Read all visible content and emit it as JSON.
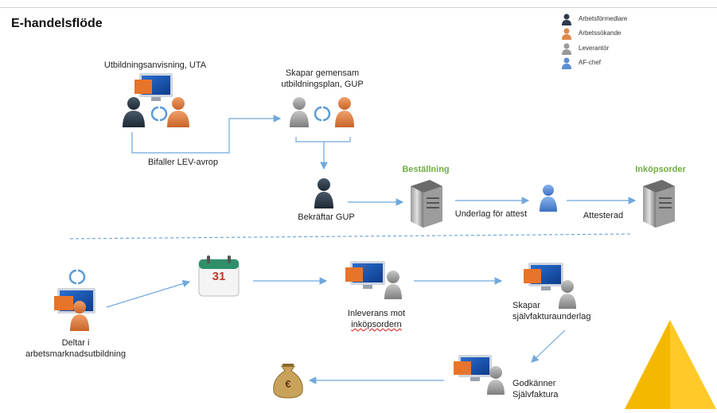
{
  "title": "E-handelsflöde",
  "legend": [
    {
      "label": "Arbetsförmedlare",
      "color": "#2e3b4a"
    },
    {
      "label": "Arbetssökande",
      "color": "#e0874a"
    },
    {
      "label": "Leverantör",
      "color": "#9a9a9a"
    },
    {
      "label": "AF-chef",
      "color": "#5b8ed6"
    }
  ],
  "nodes": {
    "uta": "Utbildningsanvisning, UTA",
    "gup_line1": "Skapar gemensam",
    "gup_line2": "utbildningsplan, GUP",
    "bifaller": "Bifaller LEV-avrop",
    "bekraftar": "Bekräftar GUP",
    "bestallning": "Beställning",
    "underlag": "Underlag för attest",
    "attesterad": "Attesterad",
    "inkopsorder": "Inköpsorder",
    "deltar_line1": "Deltar i",
    "deltar_line2": "arbetsmarknadsutbildning",
    "calendar_day": "31",
    "inleverans_line1": "Inleverans mot",
    "inleverans_line2": "inköpsordern",
    "skapar_line1": "Skapar",
    "skapar_line2": "självfakturaunderlag",
    "godkanner_line1": "Godkänner",
    "godkanner_line2": "Självfaktura",
    "money_symbol": "€"
  },
  "colors": {
    "arrow": "#6fa8dc",
    "accent_green": "#70ad47",
    "pyramid": "#f5b800"
  }
}
